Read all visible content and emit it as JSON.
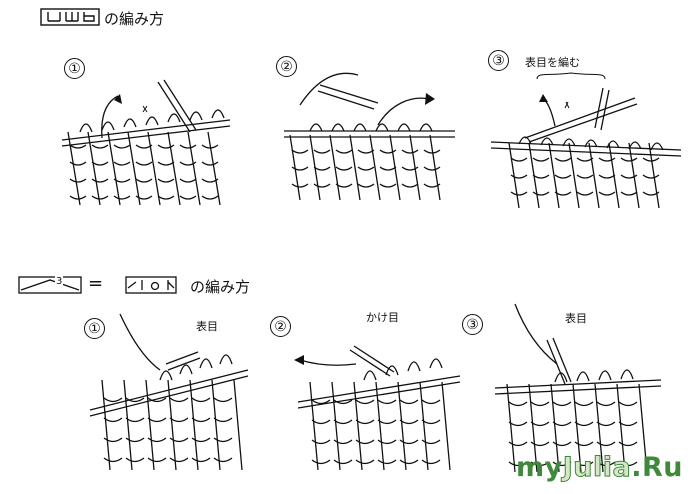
{
  "section1": {
    "title": "の編み方",
    "steps": [
      {
        "number": "①",
        "label": ""
      },
      {
        "number": "②",
        "label": ""
      },
      {
        "number": "③",
        "label": "表目を編む"
      }
    ]
  },
  "section2": {
    "title": "の編み方",
    "symbol_number": "3",
    "symbol_equals": "=",
    "steps": [
      {
        "number": "①",
        "label": "表目"
      },
      {
        "number": "②",
        "label": "かけ目"
      },
      {
        "number": "③",
        "label": "表目"
      }
    ]
  },
  "watermark": {
    "text_my": "my",
    "text_julia": "Julia",
    "text_ru": ".Ru"
  },
  "colors": {
    "ink": "#111111",
    "watermark_green": "#3f8a3a",
    "paper": "#ffffff"
  }
}
